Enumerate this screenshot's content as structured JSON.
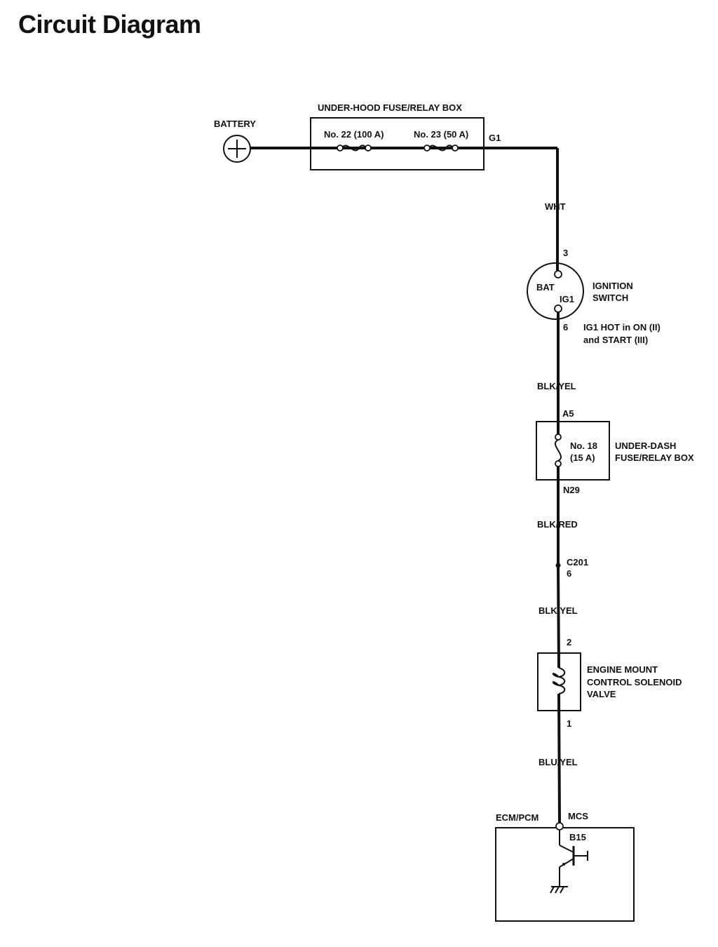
{
  "title": "Circuit Diagram",
  "battery": {
    "label": "BATTERY"
  },
  "underhood_box": {
    "label": "UNDER-HOOD FUSE/RELAY BOX",
    "fuse_a": "No. 22 (100 A)",
    "fuse_b": "No. 23 (50 A)",
    "terminal": "G1"
  },
  "wires": {
    "w1": "WHT",
    "w2": "BLK/YEL",
    "w3": "BLK/RED",
    "w4": "BLK/YEL",
    "w5": "BLU/YEL"
  },
  "ignition_switch": {
    "pin_in": "3",
    "bat": "BAT",
    "ig1": "IG1",
    "pin_out": "6",
    "label_line1": "IGNITION",
    "label_line2": "SWITCH",
    "note_line1": "IG1 HOT in ON (II)",
    "note_line2": "and START (III)"
  },
  "underdash_box": {
    "pin_in": "A5",
    "fuse_line1": "No. 18",
    "fuse_line2": "(15 A)",
    "label_line1": "UNDER-DASH",
    "label_line2": "FUSE/RELAY BOX",
    "pin_out": "N29"
  },
  "connector": {
    "name": "C201",
    "pin": "6"
  },
  "solenoid": {
    "pin_in": "2",
    "label_line1": "ENGINE MOUNT",
    "label_line2": "CONTROL SOLENOID",
    "label_line3": "VALVE",
    "pin_out": "1"
  },
  "ecm": {
    "label": "ECM/PCM",
    "signal": "MCS",
    "pin": "B15"
  }
}
